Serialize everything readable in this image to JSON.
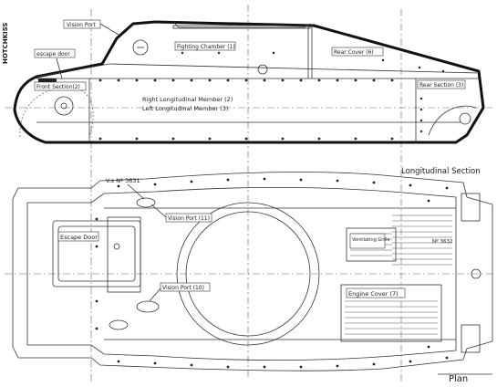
{
  "brand": "HOTCHKISS",
  "views": {
    "longitudinal_title": "Longitudinal Section",
    "plan_title": "Plan"
  },
  "labels": {
    "vision_port_top": "Vision Port",
    "escape_door_side": "escape door",
    "fighting_chamber": "Fighting Chamber (1)",
    "rear_cover": "Rear Cover (6)",
    "rear_section": "Rear Section (3)",
    "front_section": "Front Section(2)",
    "right_longitudinal": "Right Longitudinal Member (2)",
    "left_longitudinal": "Left Longitudinal Member (3)",
    "vis_no": "V.s Nº 3631",
    "vision_port_11": "Vision Port (11)",
    "escape_door_plan": "Escape Door",
    "vision_port_10": "Vision Port (10)",
    "ventilating_grille": "Ventilating Grille",
    "no_3632": "Nº 3632",
    "engine_cover": "Engine Cover (7)"
  }
}
